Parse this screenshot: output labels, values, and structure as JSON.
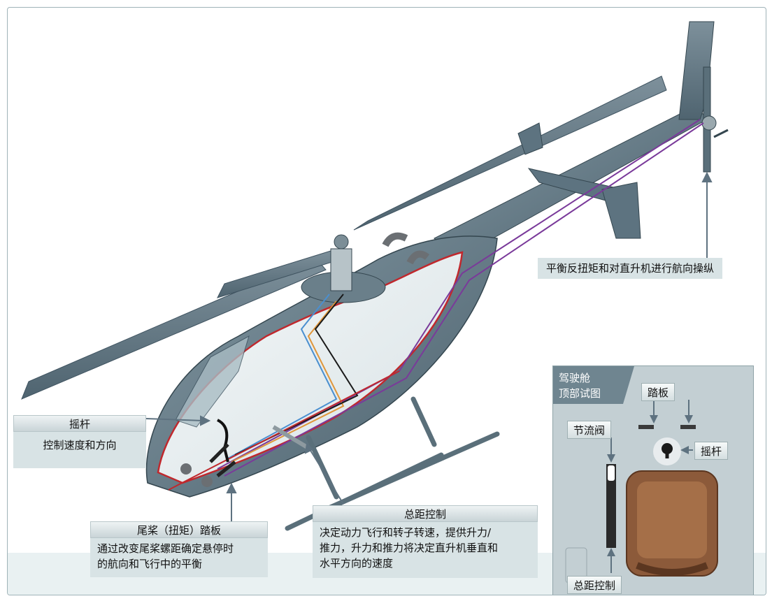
{
  "labels": {
    "cyclic": {
      "title": "摇杆",
      "desc": "控制速度和方向"
    },
    "tail_rotor": {
      "text": "平衡反扭矩和对直升机进行航向操纵"
    },
    "pedals": {
      "title": "尾桨（扭矩）踏板",
      "desc_line1": "通过改变尾桨螺距确定悬停时",
      "desc_line2": "的航向和飞行中的平衡"
    },
    "collective": {
      "title": "总距控制",
      "desc_line1": "决定动力飞行和转子转速，提供升力/",
      "desc_line2": "推力，升力和推力将决定直升机垂直和",
      "desc_line3": "水平方向的速度"
    }
  },
  "inset": {
    "title_line1": "驾驶舱",
    "title_line2": "顶部试图",
    "pedals": "踏板",
    "throttle": "节流阀",
    "cyclic": "摇杆",
    "collective": "总距控制"
  },
  "colors": {
    "airframe": "#5f7480",
    "cutaway_outline": "#c0282d",
    "control_purple": "#7a3a9a",
    "control_orange": "#e0963a",
    "control_blue": "#4a8fd0",
    "label_fill": "#d8e3e5"
  }
}
